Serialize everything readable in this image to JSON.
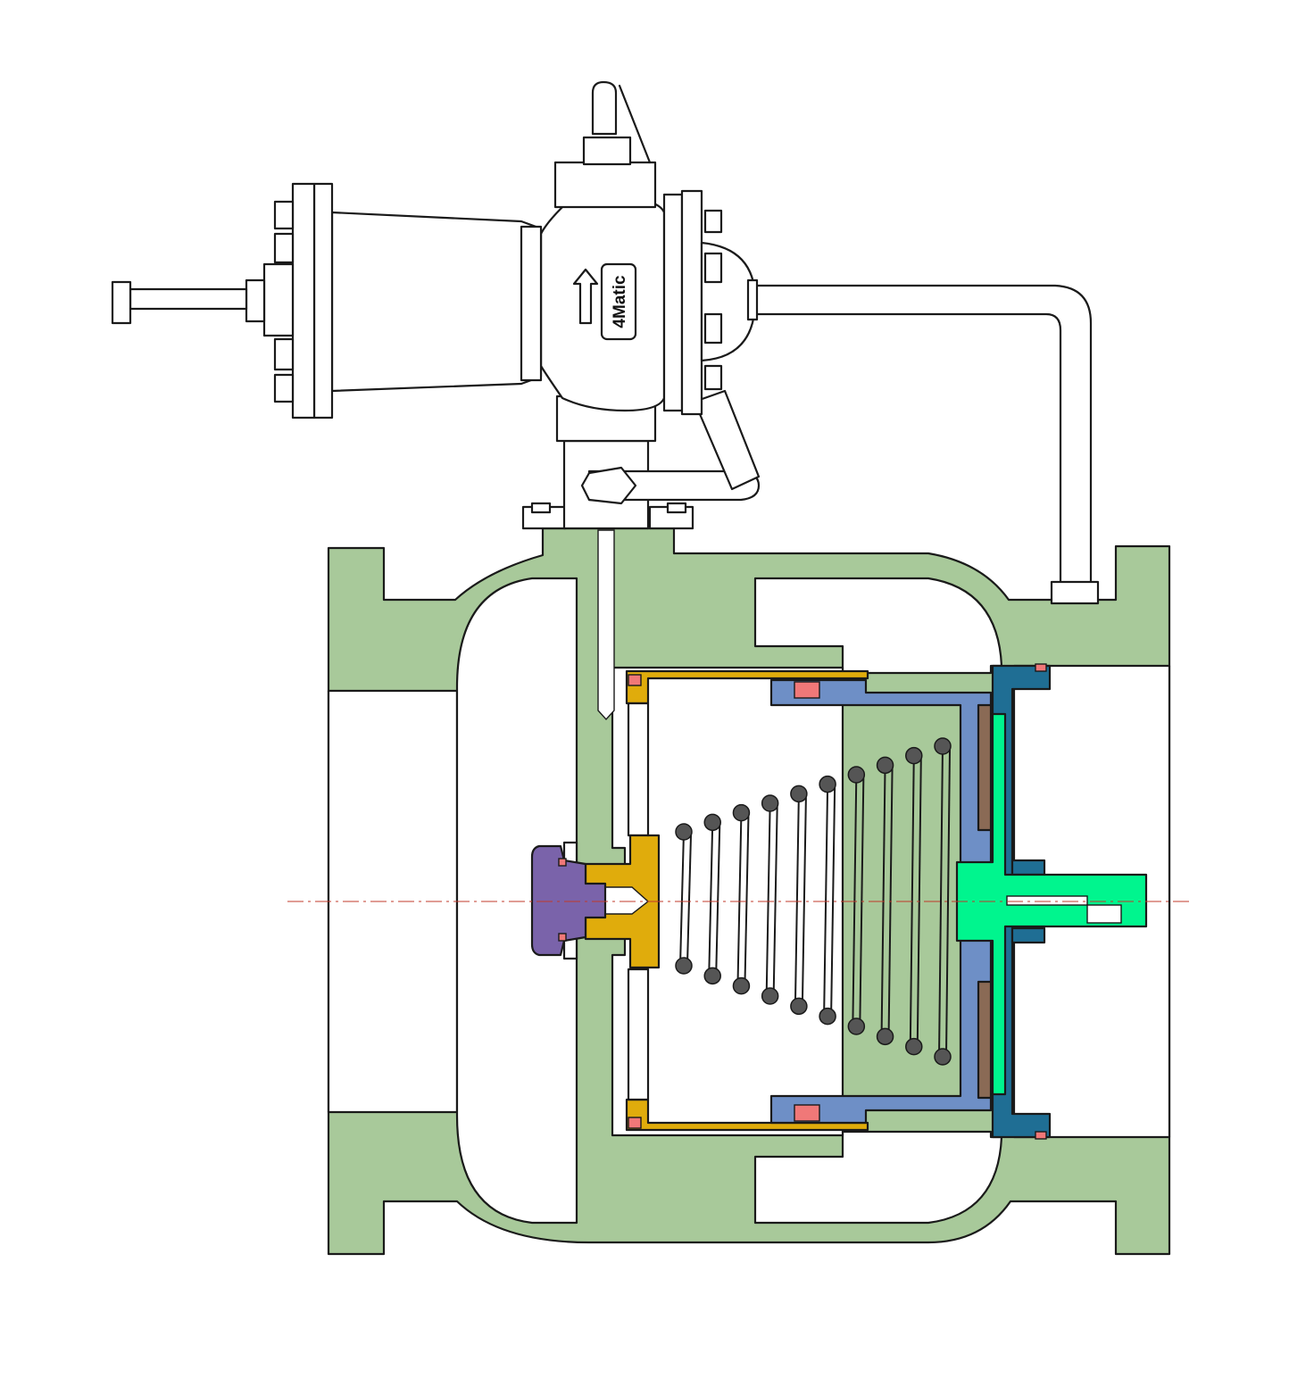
{
  "diagram": {
    "brand_label": "4Matic",
    "flow_arrow": "up-arrow",
    "colors": {
      "body": "#a8c99a",
      "cylinder": "#e0ac0c",
      "piston": "#6e8fc6",
      "seat_ring": "#1f6e94",
      "disc": "#00f58e",
      "nose_cap": "#7a63aa",
      "seal": "#f07878",
      "liner": "#8a6a55",
      "spring_coil": "#555555",
      "outline": "#1a1a1a"
    },
    "spring": {
      "coil_count": 10
    }
  }
}
